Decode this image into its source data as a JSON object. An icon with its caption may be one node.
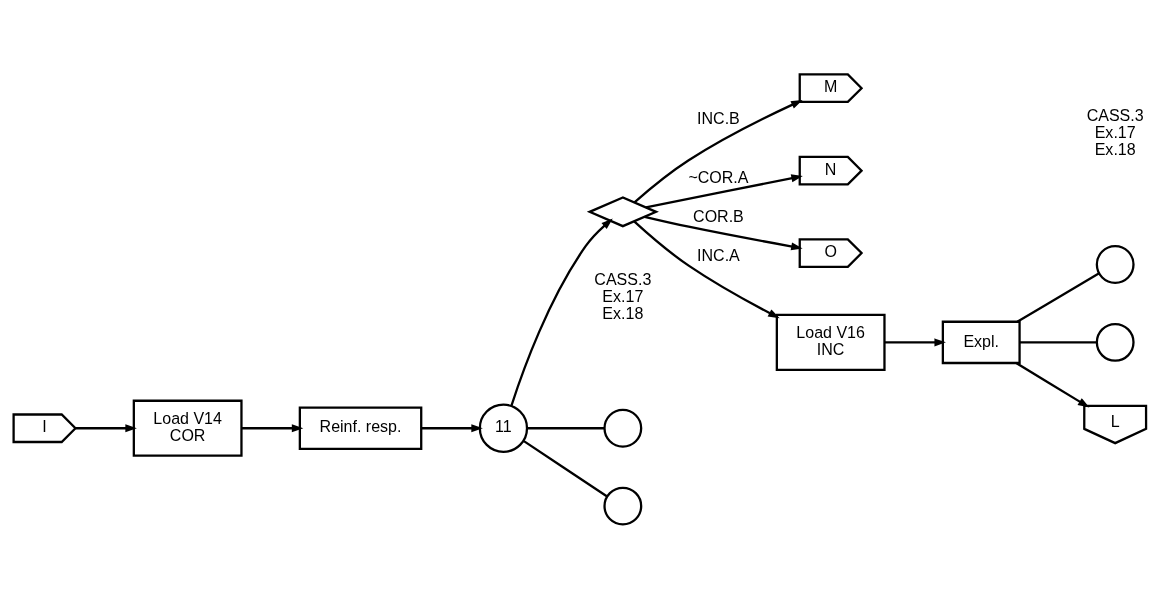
{
  "diagram": {
    "nodes": [
      {
        "text": [
          "I"
        ]
      },
      {
        "text": [
          "Load V14",
          "COR"
        ]
      },
      {
        "text": [],
        "shape": "diamond"
      },
      {
        "text": [
          "M"
        ]
      },
      {
        "text": [
          "N"
        ]
      },
      {
        "text": [
          "O"
        ]
      },
      {
        "text": [
          "Load V16",
          "INC"
        ]
      },
      {
        "text": [
          "Reinf. resp."
        ]
      },
      {
        "text": [
          "Expl."
        ]
      },
      {
        "text": [
          "11"
        ]
      },
      {
        "text": [],
        "shape": "circle",
        "beside": [
          "CASS.3",
          "Ex.17",
          "Ex.18"
        ]
      },
      {
        "text": [],
        "shape": "circle"
      },
      {
        "text": [],
        "shape": "circle",
        "beside": [
          "CASS.3",
          "Ex.17",
          "Ex.18"
        ]
      },
      {
        "text": [],
        "shape": "circle"
      },
      {
        "text": [
          "L"
        ]
      }
    ],
    "edges": [
      {
        "from": 0,
        "to": 1,
        "arrow": "to"
      },
      {
        "from": 1,
        "to": 7,
        "arrow": "to"
      },
      {
        "from": 7,
        "to": 9,
        "arrow": "to"
      },
      {
        "from": 9,
        "to": 2,
        "arrow": "to"
      },
      {
        "from": 2,
        "to": 6,
        "arrow": "to",
        "label": "INC.A"
      },
      {
        "from": 2,
        "to": 3,
        "arrow": "to",
        "label": "INC.B"
      },
      {
        "from": 2,
        "to": 4,
        "arrow": "to",
        "label": "~COR.A"
      },
      {
        "from": 2,
        "to": 5,
        "arrow": "to",
        "label": "COR.B"
      },
      {
        "from": 6,
        "to": 8,
        "arrow": "to"
      },
      {
        "from": 8,
        "to": 14,
        "arrow": "to"
      },
      {
        "from": 9,
        "to": 10,
        "arrow": "none"
      },
      {
        "from": 9,
        "to": 11,
        "arrow": "none"
      },
      {
        "from": 8,
        "to": 12,
        "arrow": "none"
      },
      {
        "from": 8,
        "to": 13,
        "arrow": "none"
      }
    ]
  }
}
